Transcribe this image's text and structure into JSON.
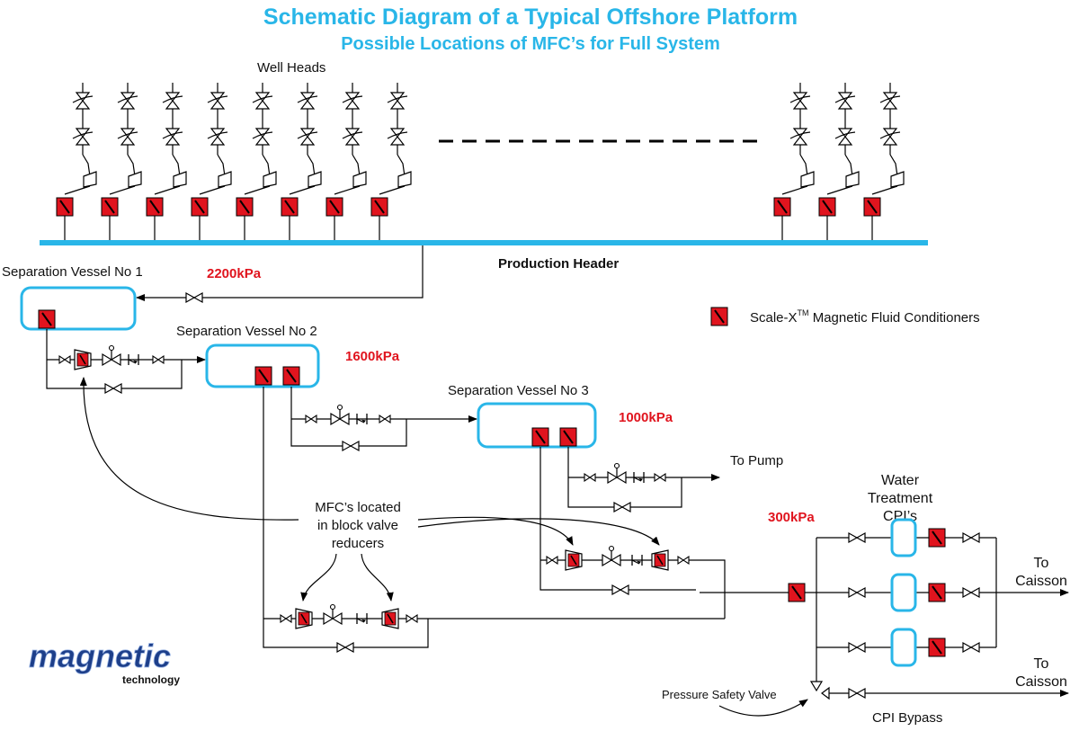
{
  "title": "Schematic Diagram of a Typical Offshore Platform",
  "subtitle": "Possible Locations of MFC’s for Full System",
  "labels": {
    "well_heads": "Well Heads",
    "production_header": "Production Header",
    "sep1": "Separation Vessel No 1",
    "sep2": "Separation Vessel No 2",
    "sep3": "Separation Vessel No 3",
    "to_pump": "To Pump",
    "water_treatment_1": "Water",
    "water_treatment_2": "Treatment",
    "water_treatment_3": "CPI’s",
    "to_caisson_1a": "To",
    "to_caisson_1b": "Caisson",
    "to_caisson_2a": "To",
    "to_caisson_2b": "Caisson",
    "mfc_note_1": "MFC’s located",
    "mfc_note_2": "in block valve",
    "mfc_note_3": "reducers",
    "pressure_safety_valve": "Pressure Safety Valve",
    "cpi_bypass": "CPI Bypass"
  },
  "pressures": {
    "p1": "2200kPa",
    "p2": "1600kPa",
    "p3": "1000kPa",
    "p4": "300kPa"
  },
  "legend": {
    "text": "Scale-X",
    "superscript": "TM",
    "text_after": " Magnetic Fluid Conditioners"
  },
  "logo": {
    "word": "magnetic",
    "sub": "technology"
  },
  "colors": {
    "accent": "#29b6e8",
    "mfc": "#e0141e",
    "pressure": "#e0141e"
  }
}
